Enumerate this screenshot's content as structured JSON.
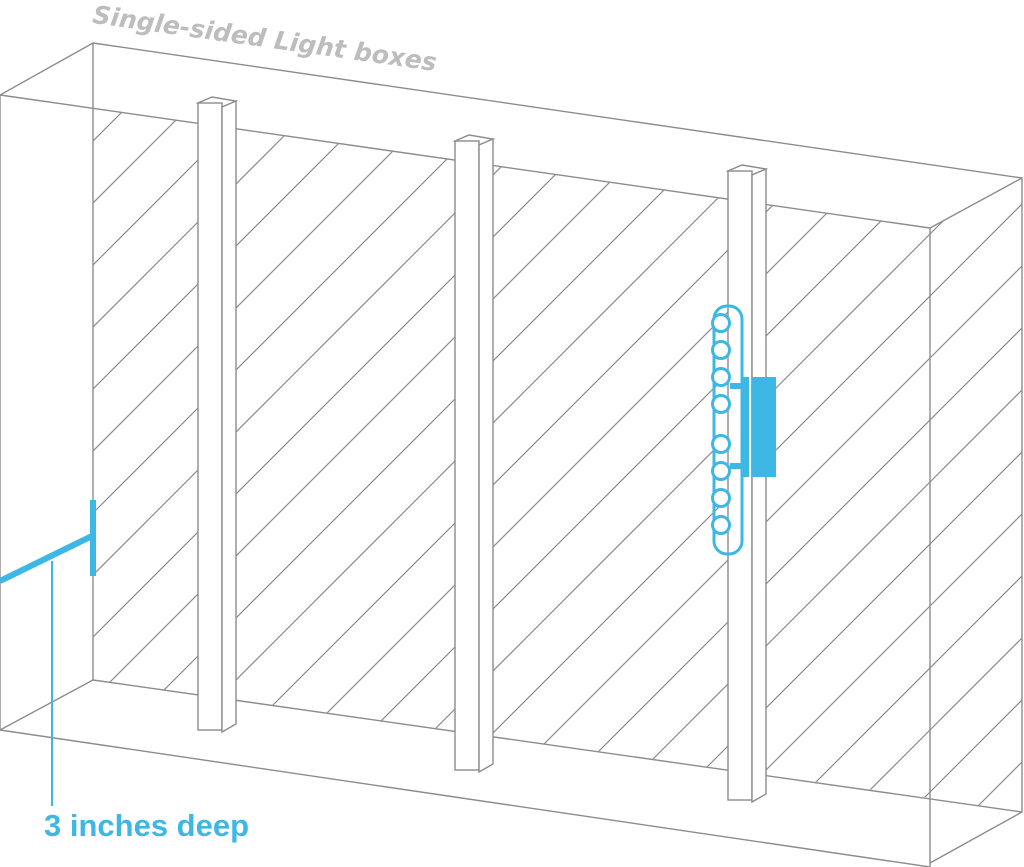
{
  "title": "Single-sided Light boxes",
  "depth_label": "3 inches deep",
  "colors": {
    "accent": "#3db8e5",
    "line": "#8c8c8c",
    "title": "#bdbdbd"
  },
  "led_count": 8
}
